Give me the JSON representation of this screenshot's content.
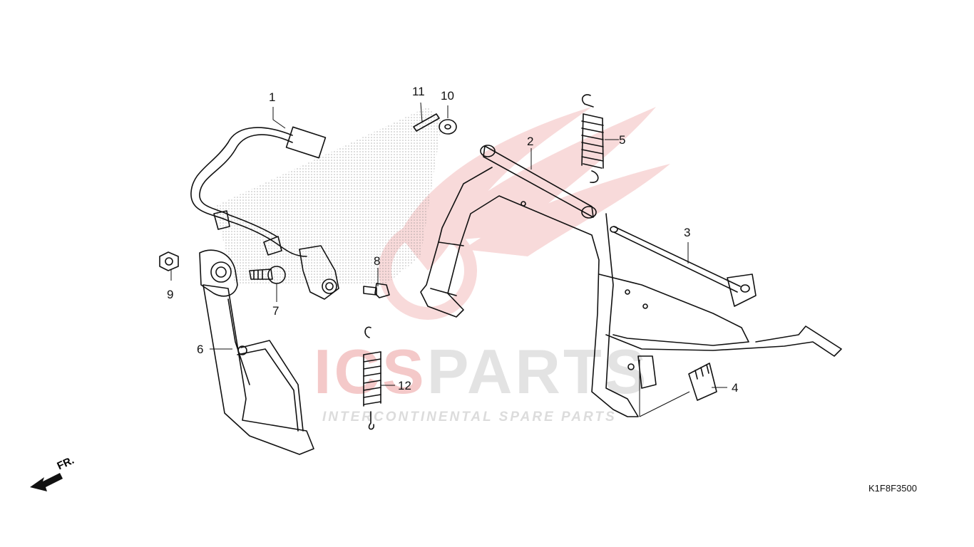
{
  "diagram": {
    "code": "K1F8F3500",
    "direction_label": "FR.",
    "callouts": [
      "1",
      "2",
      "3",
      "4",
      "5",
      "6",
      "7",
      "8",
      "9",
      "10",
      "11",
      "12"
    ]
  },
  "watermark": {
    "brand_part1": "ICS",
    "brand_part2": "PARTS",
    "tagline": "INTERCONTINENTAL SPARE PARTS",
    "color_red": "#f4c9c9",
    "color_grey": "#e3e3e3"
  }
}
